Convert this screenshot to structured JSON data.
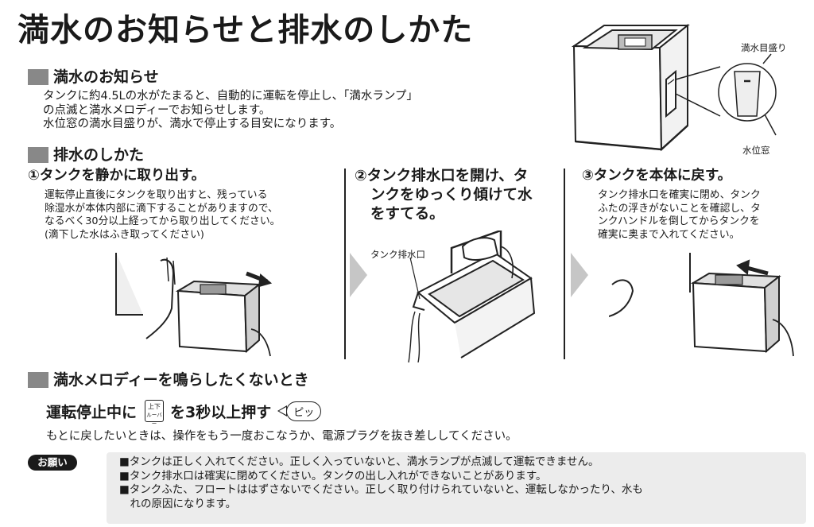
{
  "title": "満水のお知らせと排水のしかた",
  "notice_section": {
    "heading": "満水のお知らせ",
    "lines": [
      "タンクに約4.5Lの水がたまると、自動的に運転を停止し、「満水ランプ」",
      "の点滅と満水メロディーでお知らせします。",
      "水位窓の満水目盛りが、満水で停止する目安になります。"
    ]
  },
  "drain_section": {
    "heading": "排水のしかた"
  },
  "steps": [
    {
      "title": "①タンクを静かに取り出す。",
      "lines": [
        "運転停止直後にタンクを取り出すと、残っている",
        "除湿水が本体内部に滴下することがありますので、",
        "なるべく30分以上経ってから取り出してください。",
        "(滴下した水はふき取ってください)"
      ]
    },
    {
      "title_lines": [
        "②タンク排水口を開け、タ",
        "ンクをゆっくり傾けて水",
        "をすてる。"
      ],
      "callout": "タンク排水口"
    },
    {
      "title": "③タンクを本体に戻す。",
      "lines": [
        "タンク排水口を確実に閉め、タンク",
        "ふたの浮きがないことを確認し、タ",
        "ンクハンドルを倒してからタンクを",
        "確実に奥まで入れてください。"
      ]
    }
  ],
  "diagram_labels": {
    "full_mark": "満水目盛り",
    "water_window": "水位窓"
  },
  "melody_section": {
    "heading": "満水メロディーを鳴らしたくないとき",
    "instruction_pre": "運転停止中に",
    "button_icon_top": "上下",
    "button_icon_bottom": "ルーバー",
    "instruction_post": "を3秒以上押す",
    "sound": "ピッ",
    "note": "もとに戻したいときは、操作をもう一度おこなうか、電源プラグを抜き差ししてください。"
  },
  "request": {
    "badge": "お願い",
    "items": [
      "■タンクは正しく入れてください。正しく入っていないと、満水ランプが点滅して運転できません。",
      "■タンク排水口は確実に閉めてください。タンクの出し入れができないことがあります。",
      "■タンクふた、フロートははずさないでください。正しく取り付けられていないと、運転しなかったり、水も",
      "　れの原因になります。"
    ]
  }
}
